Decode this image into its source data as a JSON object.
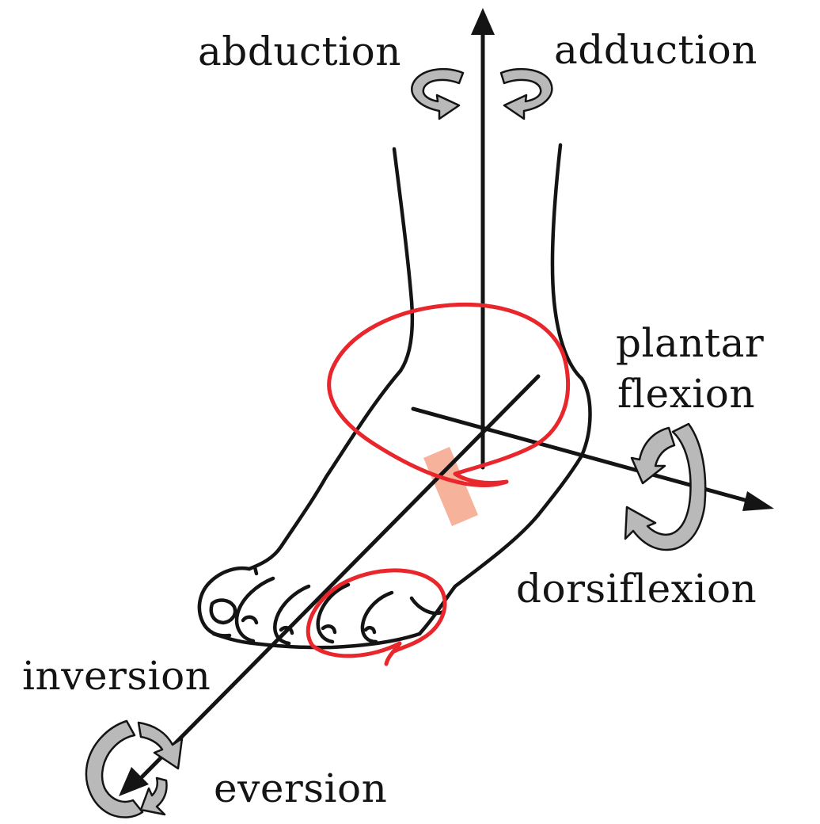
{
  "labels": {
    "abduction": "abduction",
    "adduction": "adduction",
    "plantar": "plantar",
    "flexion": "flexion",
    "dorsiflexion": "dorsiflexion",
    "inversion": "inversion",
    "eversion": "eversion"
  },
  "colors": {
    "ink": "#141414",
    "annotation_red": "#e8262b",
    "highlight_pink": "#f4a58a",
    "arrow_grey": "#b9b9b9"
  }
}
